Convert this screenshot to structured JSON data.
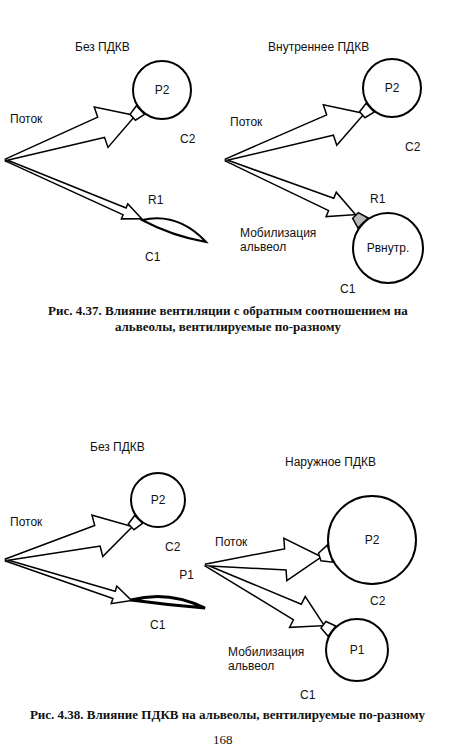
{
  "diagram": {
    "nodes": [
      {
        "text": [
          "P2"
        ]
      },
      {
        "text": [
          "P2"
        ]
      },
      {
        "text": [
          "Рвнутр."
        ]
      },
      {
        "text": [
          "P2"
        ]
      },
      {
        "text": [
          "P2"
        ]
      },
      {
        "text": [
          "P1"
        ]
      },
      {
        "text": [
          "P1"
        ]
      }
    ],
    "labels": [
      "Без ПДКВ",
      "Внутреннее ПДКВ",
      "Поток",
      "C2",
      "R1",
      "C1",
      "Поток",
      "C2",
      "R1",
      "Мобилизация альвеол",
      "C1",
      "Рис. 4.37. Влияние вентиляции с обратным соотношением на альвеолы, вентилируемые по-разному",
      "Без ПДКВ",
      "Наружное ПДКВ",
      "Поток",
      "C2",
      "C1",
      "Поток",
      "C2",
      "Мобилизация альвеол",
      "C1",
      "Рис. 4.38. Влияние ПДКВ на альвеолы, вентилируемые по-разному",
      "168"
    ]
  }
}
